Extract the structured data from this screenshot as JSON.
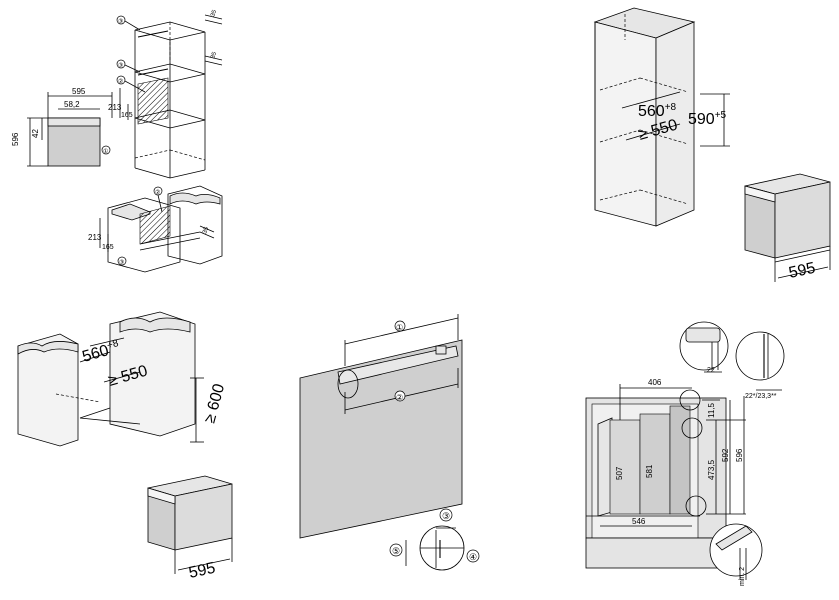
{
  "panel1": {
    "width": "595",
    "depth_offset": "58,2",
    "height": "596",
    "front": "42",
    "h1": "213",
    "h2": "165",
    "c1": "①",
    "c2": "②",
    "c3": "③",
    "d35a": "35",
    "d35b": "35",
    "lower_h1": "213",
    "lower_h2": "165",
    "lower_d": "35"
  },
  "panel2": {
    "depth": "560",
    "depth_sup": "+8",
    "min_depth": "≥ 550",
    "height": "590",
    "height_sup": "+5",
    "width": "595"
  },
  "panel3": {
    "depth": "560",
    "depth_sup": "+8",
    "min_depth": "≥ 550",
    "min_height": "≥ 600",
    "width": "595"
  },
  "panel4": {
    "c1": "①",
    "c2": "②",
    "c3": "③",
    "c4": "④",
    "c5": "⑤"
  },
  "panel5": {
    "top_width": "406",
    "gap": "22",
    "gap_opts": "22*/23,3**",
    "d11": "11,5",
    "h507": "507",
    "h581": "581",
    "h4735": "473,5",
    "h592": "592",
    "h596": "596",
    "bottom": "546",
    "small": "min. 2"
  }
}
